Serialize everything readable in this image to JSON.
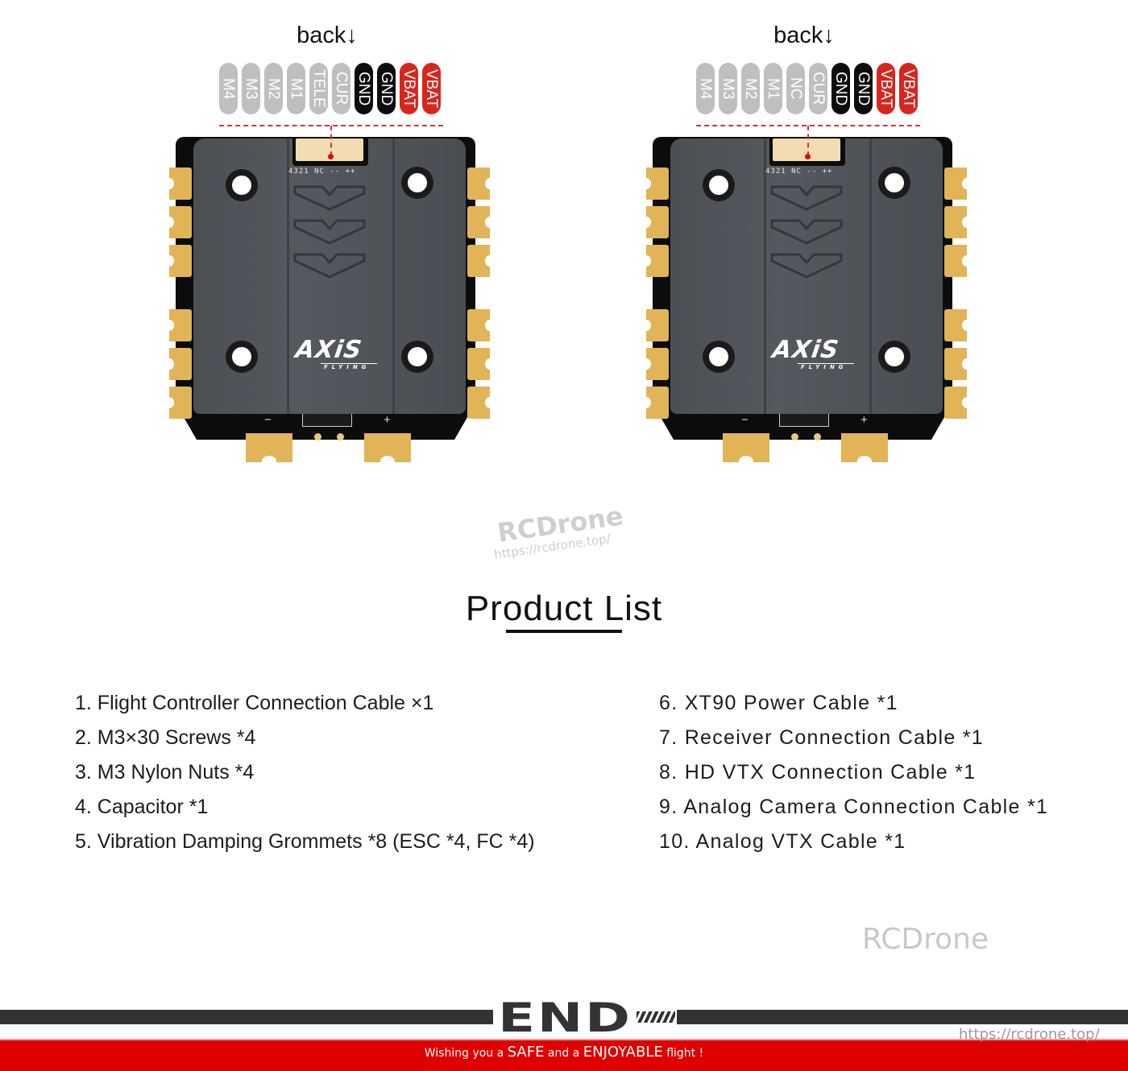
{
  "diagrams": [
    {
      "id": "left",
      "back_label": "back↓",
      "pins": [
        {
          "label": "M4",
          "type": "signal"
        },
        {
          "label": "M3",
          "type": "signal"
        },
        {
          "label": "M2",
          "type": "signal"
        },
        {
          "label": "M1",
          "type": "signal"
        },
        {
          "label": "TELE",
          "type": "signal"
        },
        {
          "label": "CUR",
          "type": "signal"
        },
        {
          "label": "GND",
          "type": "ground"
        },
        {
          "label": "GND",
          "type": "ground"
        },
        {
          "label": "VBAT",
          "type": "power"
        },
        {
          "label": "VBAT",
          "type": "power"
        }
      ],
      "silkscreen": "4321 NC -- ++",
      "logo": {
        "brand": "AXiS",
        "sub": "FLYING"
      },
      "bottom_minus": "−",
      "bottom_plus": "+"
    },
    {
      "id": "right",
      "back_label": "back↓",
      "pins": [
        {
          "label": "M4",
          "type": "signal"
        },
        {
          "label": "M3",
          "type": "signal"
        },
        {
          "label": "M2",
          "type": "signal"
        },
        {
          "label": "M1",
          "type": "signal"
        },
        {
          "label": "NC",
          "type": "signal"
        },
        {
          "label": "CUR",
          "type": "signal"
        },
        {
          "label": "GND",
          "type": "ground"
        },
        {
          "label": "GND",
          "type": "ground"
        },
        {
          "label": "VBAT",
          "type": "power"
        },
        {
          "label": "VBAT",
          "type": "power"
        }
      ],
      "silkscreen": "4321 NC -- ++",
      "logo": {
        "brand": "AXiS",
        "sub": "FLYING"
      },
      "bottom_minus": "−",
      "bottom_plus": "+"
    }
  ],
  "colors": {
    "pin_signal": "#bfbfbf",
    "pin_ground": "#0d0d0d",
    "pin_power": "#d8261c",
    "pad_gold": "#e1b457",
    "cover_gray": "#52565b",
    "footer_red": "#df0000",
    "footer_dark": "#333333"
  },
  "watermark_center": {
    "brand": "RCDrone",
    "url": "https://rcdrone.top/"
  },
  "product_list": {
    "title": "Product List",
    "left_items": [
      "1. Flight Controller Connection Cable ×1",
      "2. M3×30 Screws *4",
      "3. M3 Nylon Nuts *4",
      "4. Capacitor *1",
      "5. Vibration Damping Grommets *8 (ESC *4, FC *4)"
    ],
    "right_items": [
      "6. XT90 Power Cable *1",
      "7. Receiver Connection Cable *1",
      "8. HD VTX Connection Cable *1",
      "9. Analog Camera Connection Cable *1",
      "10. Analog VTX Cable *1"
    ]
  },
  "watermark_right": "RCDrone",
  "footer": {
    "end_label": "END",
    "slogan_parts": [
      "Wishing you a ",
      "SAFE",
      " and a ",
      "ENJOYABLE",
      " flight !"
    ],
    "url": "https://rcdrone.top/"
  }
}
